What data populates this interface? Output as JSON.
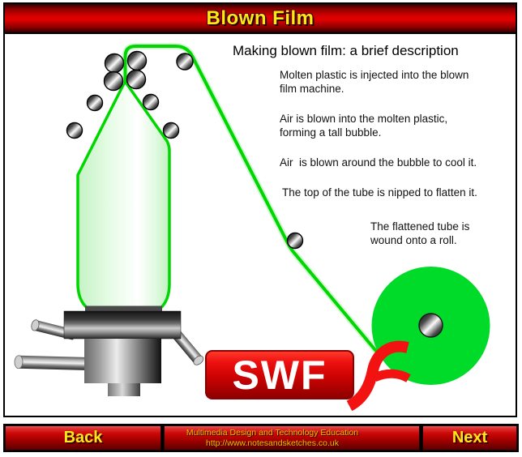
{
  "banner": {
    "title": "Blown Film"
  },
  "content": {
    "heading": "Making blown film: a brief description",
    "para1": "Molten plastic is injected into the blown\nfilm machine.",
    "para2": "Air is blown into the molten plastic,\nforming a tall bubble.",
    "para3": "Air  is blown around the bubble to cool it.",
    "para4": "The top of the tube is nipped to flatten it.",
    "para5": "The flattened tube is\nwound onto a roll.",
    "swf_label": "SWF"
  },
  "footer": {
    "back_label": "Back",
    "center_line1": "Multimedia Design and Technology Education",
    "center_line2": "http://www.notesandsketches.co.uk",
    "next_label": "Next"
  },
  "colors": {
    "banner_red": "#d90000",
    "accent_yellow": "#ffe81a",
    "film_green": "#00d600",
    "roll_green": "#00da28",
    "swf_red": "#e81010",
    "flash_logo_red": "#f31212"
  },
  "icons": {
    "flash_logo": "flash-f-icon",
    "roller": "roller-icon"
  }
}
